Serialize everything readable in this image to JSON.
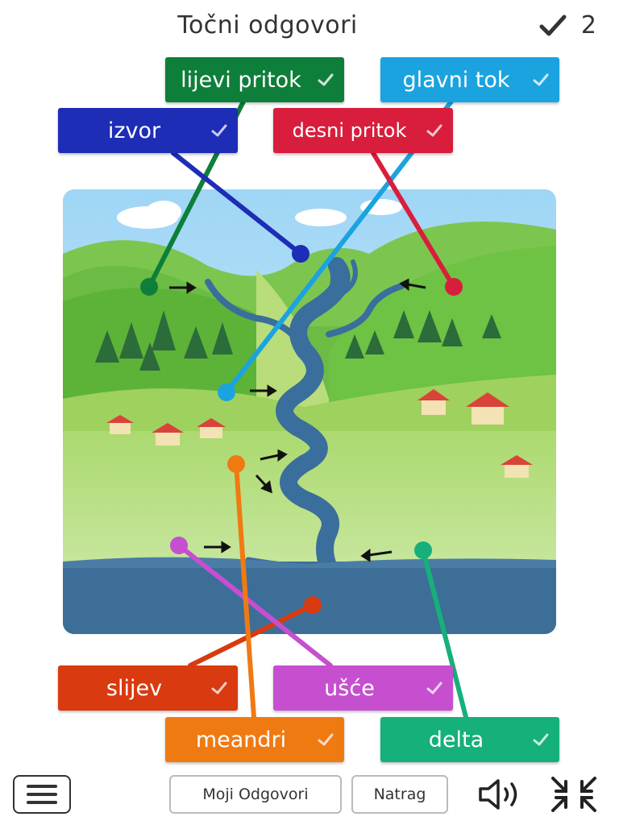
{
  "header": {
    "title": "Točni odgovori",
    "score": "2"
  },
  "labels": [
    {
      "id": "lijevi-pritok",
      "text": "lijevi pritok",
      "color": "#0e7f3a"
    },
    {
      "id": "glavni-tok",
      "text": "glavni tok",
      "color": "#1ba3e0"
    },
    {
      "id": "izvor",
      "text": "izvor",
      "color": "#1d2db5"
    },
    {
      "id": "desni-pritok",
      "text": "desni pritok",
      "color": "#d81e3c"
    },
    {
      "id": "slijev",
      "text": "slijev",
      "color": "#d93a10"
    },
    {
      "id": "usce",
      "text": "ušće",
      "color": "#c64fd0"
    },
    {
      "id": "meandri",
      "text": "meandri",
      "color": "#f07a12"
    },
    {
      "id": "delta",
      "text": "delta",
      "color": "#16b07a"
    }
  ],
  "footer": {
    "my_answers": "Moji Odgovori",
    "back": "Natrag"
  },
  "icons": [
    "check-icon",
    "menu-icon",
    "speaker-icon",
    "collapse-icon"
  ]
}
